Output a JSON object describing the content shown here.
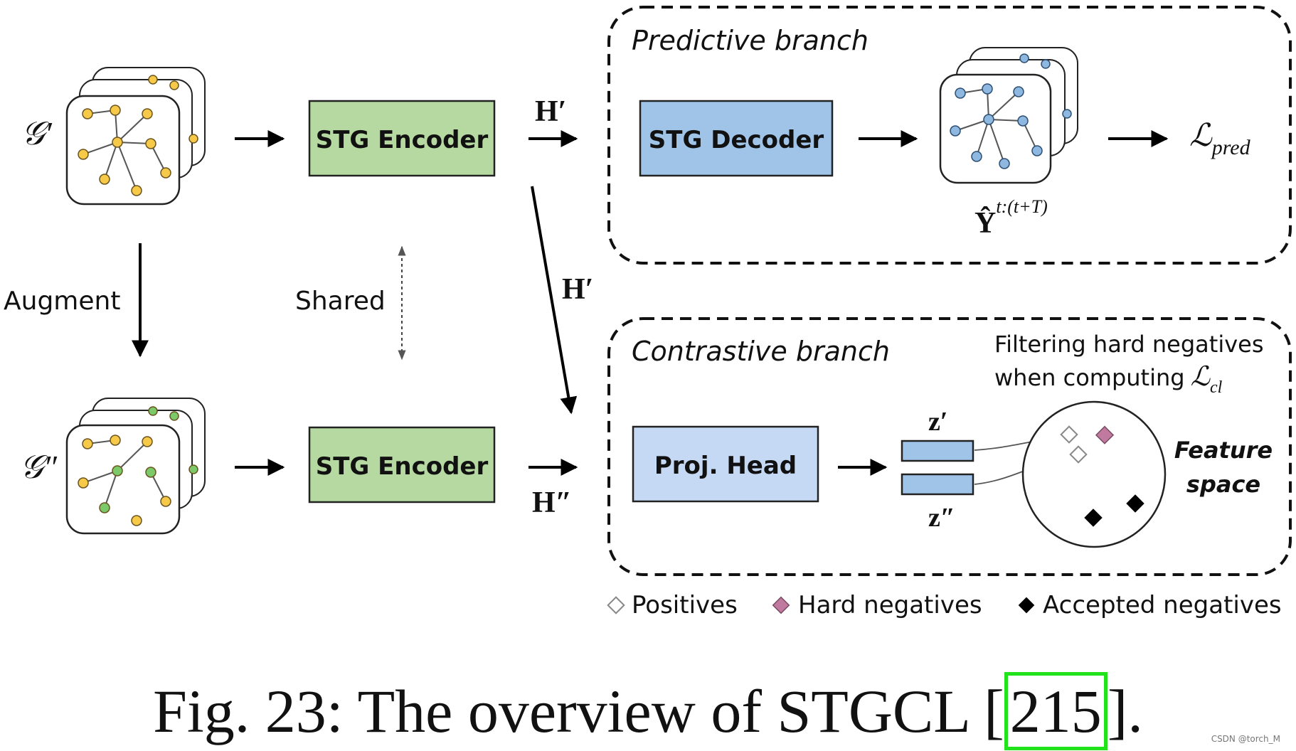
{
  "graphs": {
    "original_label": "𝒢′",
    "augmented_label": "𝒢″",
    "prediction_label_base": "Ŷ",
    "prediction_label_sup": "t:(t+T)"
  },
  "blocks": {
    "encoder_top": "STG Encoder",
    "encoder_bottom": "STG Encoder",
    "decoder": "STG Decoder",
    "proj_head": "Proj. Head"
  },
  "edges": {
    "augment": "Augment",
    "shared": "Shared",
    "h_prime_top": "H′",
    "h_prime_diag": "H′",
    "h_double_prime": "H″",
    "z_prime": "z′",
    "z_double_prime": "z″"
  },
  "branches": {
    "predictive_title": "Predictive branch",
    "contrastive_title": "Contrastive branch",
    "loss_pred_base": "ℒ",
    "loss_pred_sub": "pred",
    "filter_note_line1": "Filtering hard negatives",
    "filter_note_line2": "when computing",
    "loss_cl_base": "ℒ",
    "loss_cl_sub": "cl",
    "feature_space_line1": "Feature",
    "feature_space_line2": "space"
  },
  "legend": {
    "positives": "Positives",
    "hard_negatives": "Hard negatives",
    "accepted_negatives": "Accepted negatives"
  },
  "caption": {
    "prefix": "Fig. 23: The overview of STGCL [",
    "ref": "215",
    "suffix": "]."
  },
  "watermark": "CSDN @torch_M",
  "colors": {
    "encoder_fill": "#b5d9a1",
    "decoder_fill": "#9fc4e8",
    "proj_head_fill": "#c6d9f4",
    "node_yellow": "#f7c948",
    "node_green": "#7cc96a",
    "node_blue": "#8fb8e0",
    "hard_negative": "#c07a9f",
    "highlight_box": "#22e31b"
  }
}
